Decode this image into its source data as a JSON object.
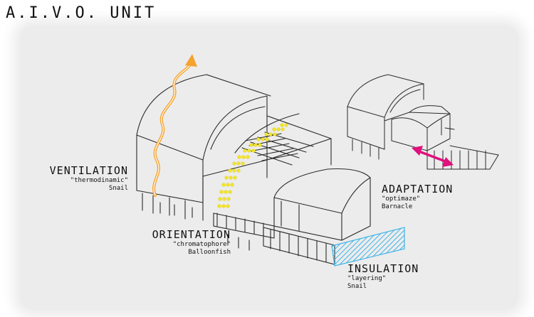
{
  "title": "A.I.V.O. UNIT",
  "labels": {
    "ventilation": {
      "head": "VENTILATION",
      "sub": "\"thermodinamic\"",
      "who": "Snail"
    },
    "orientation": {
      "head": "ORIENTATION",
      "sub": "\"chromatophore\"",
      "who": "Balloonfish"
    },
    "adaptation": {
      "head": "ADAPTATION",
      "sub": "\"optimaze\"",
      "who": "Barnacle"
    },
    "insulation": {
      "head": "INSULATION",
      "sub": "\"layering\"",
      "who": "Snail"
    }
  },
  "colors": {
    "ventilation": "#f5a22e",
    "orientation": "#f2e52a",
    "adaptation": "#e0107d",
    "insulation": "#3fb4e8",
    "line": "#2a2a2a",
    "paper": "#ececec"
  },
  "icons": {
    "ventilation": "wavy-arrow-up",
    "orientation": "dotted-arc",
    "adaptation": "double-arrow",
    "insulation": "hatched-band"
  }
}
